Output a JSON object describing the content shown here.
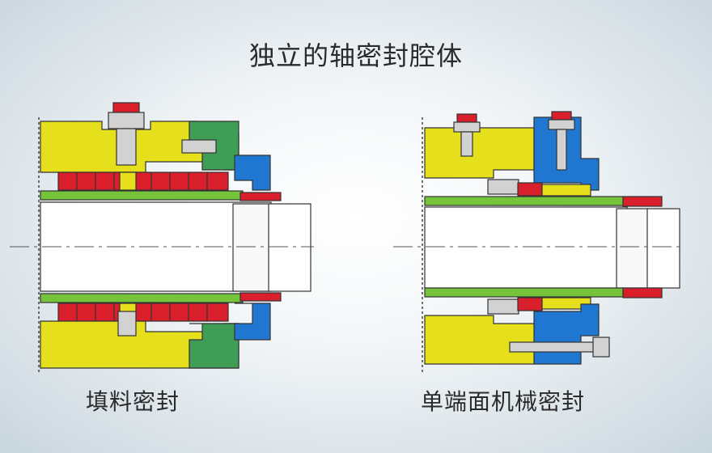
{
  "title": "独立的轴密封腔体",
  "left_label": "填料密封",
  "right_label": "单端面机械密封",
  "colors": {
    "housing": "#e6df1c",
    "packing": "#d91f2c",
    "cover": "#3f9d55",
    "gland": "#1f77d2",
    "sleeve": "#75c43a",
    "bolt": "#d2d2d2",
    "line": "#333333"
  },
  "icons": {
    "left_diagram": "packing-seal-cross-section",
    "right_diagram": "mechanical-seal-cross-section"
  }
}
